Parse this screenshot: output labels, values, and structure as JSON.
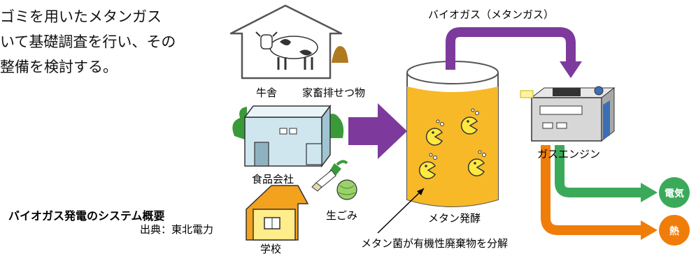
{
  "paragraph": {
    "lines": [
      "ゴミを用いたメタンガス",
      "いて基礎調査を行い、その",
      "整備を検討する。"
    ]
  },
  "labels": {
    "barn": "牛舎",
    "livestock_waste": "家畜排せつ物",
    "food_company": "食品会社",
    "garbage": "生ごみ",
    "school": "学校",
    "biogas": "バイオガス（メタンガス）",
    "fermentation": "メタン発酵",
    "bacteria_note": "メタン菌が有機性廃棄物を分解",
    "gas_engine": "ガスエンジン",
    "electricity": "電気",
    "heat": "熱"
  },
  "caption": {
    "title": "バイオガス発電のシステム概要",
    "source": "出典：東北電力"
  },
  "colors": {
    "purple_arrow": "#7d3a9c",
    "tank_fill": "#f7b928",
    "green_arrow": "#3aaa5a",
    "orange_arrow": "#f07d0a",
    "electricity_circle": "#3aaa5a",
    "heat_circle": "#f07d0a"
  }
}
